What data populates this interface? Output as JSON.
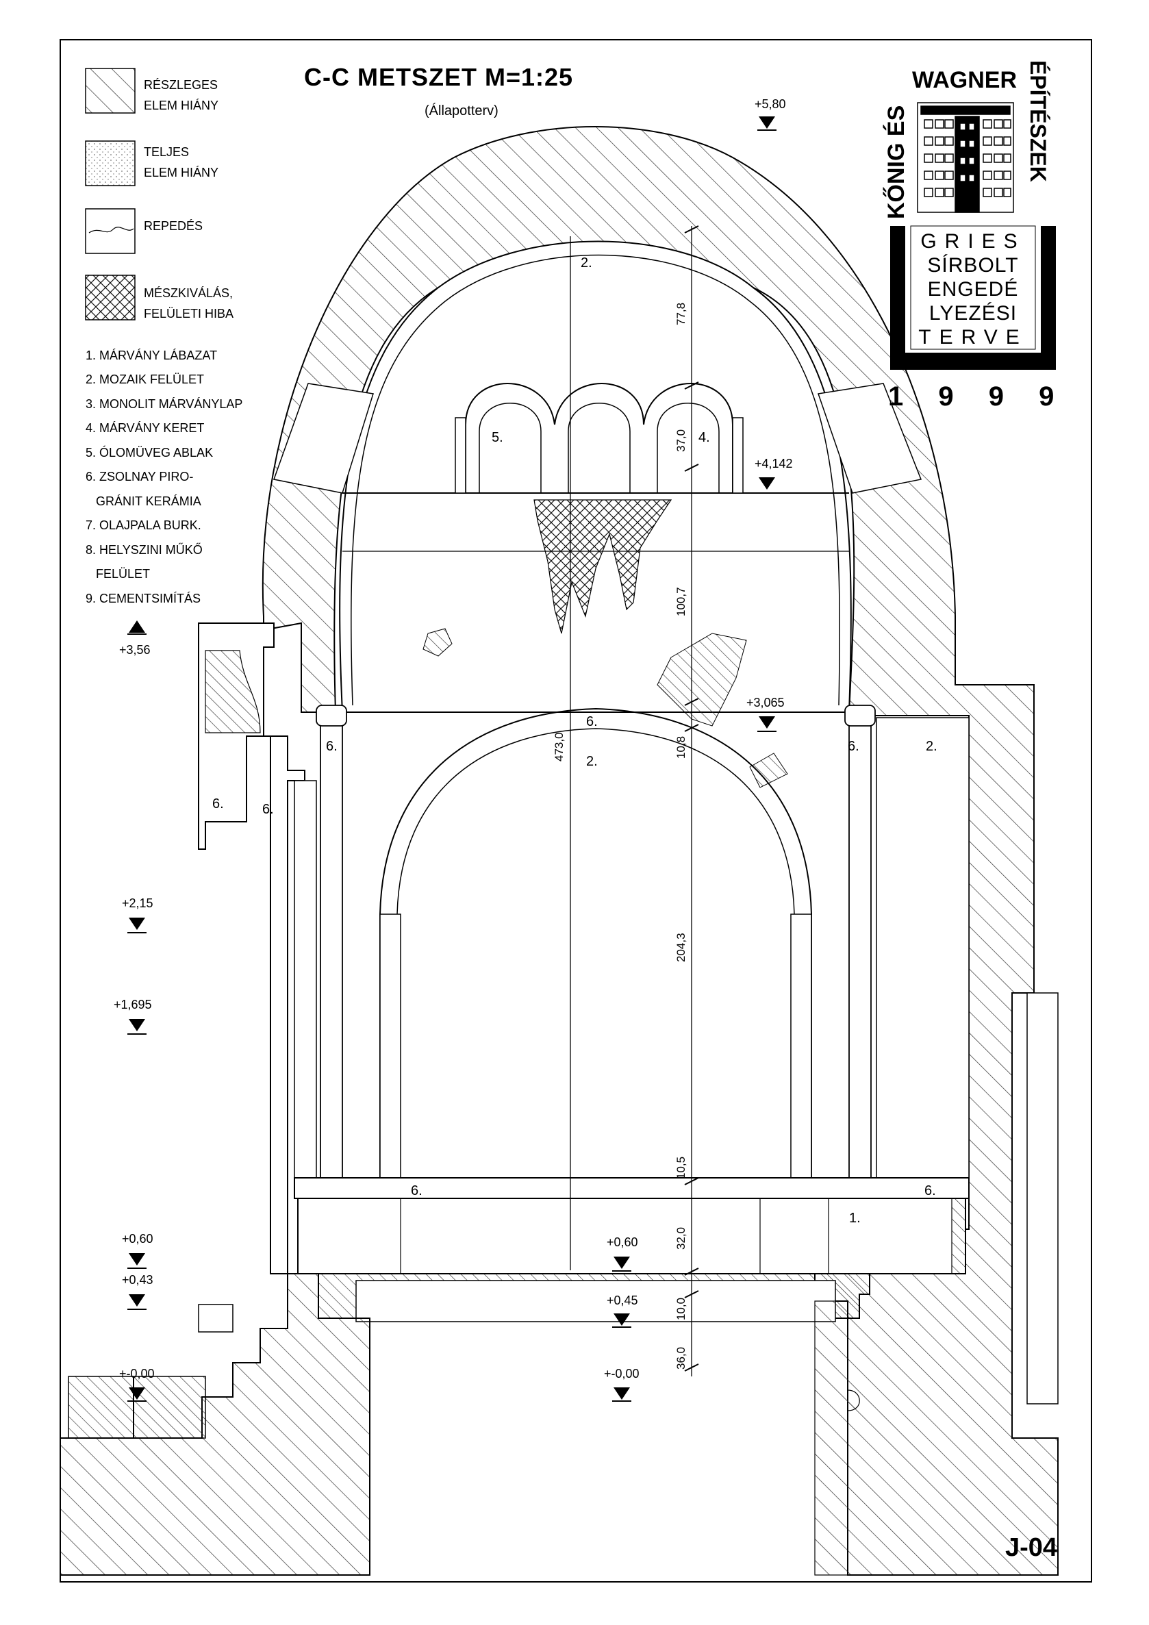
{
  "title": "C-C METSZET M=1:25",
  "subtitle": "(Állapotterv)",
  "legend": [
    {
      "pattern": "partial-hatch",
      "lines": [
        "RÉSZLEGES",
        "ELEM HIÁNY"
      ]
    },
    {
      "pattern": "dots",
      "lines": [
        "TELJES",
        "ELEM HIÁNY"
      ]
    },
    {
      "pattern": "crack",
      "lines": [
        "REPEDÉS"
      ]
    },
    {
      "pattern": "crosshatch",
      "lines": [
        "MÉSZKIVÁLÁS,",
        "FELÜLETI HIBA"
      ]
    }
  ],
  "materials": [
    "1. MÁRVÁNY LÁBAZAT",
    "2. MOZAIK FELÜLET",
    "3. MONOLIT MÁRVÁNYLAP",
    "4. MÁRVÁNY KERET",
    "5. ÓLOMÜVEG ABLAK",
    "6. ZSOLNAY PIRO-",
    "   GRÁNIT KERÁMIA",
    "7. OLAJPALA BURK.",
    "8. HELYSZINI MŰKŐ",
    "   FELÜLET",
    "9. CEMENTSIMÍTÁS"
  ],
  "logo": {
    "left_word": "KŐNIG ÉS",
    "top_word": "WAGNER",
    "right_word": "ÉPÍTÉSZEK",
    "project_lines": [
      "GRIES",
      "SÍRBOLT",
      "ENGEDÉ",
      "LYEZÉSI",
      "TERVE"
    ],
    "year": "1 9 9 9"
  },
  "sheet_number": "J-04",
  "levels": [
    {
      "id": "lvl-580",
      "text": "+5,80"
    },
    {
      "id": "lvl-4142",
      "text": "+4,142"
    },
    {
      "id": "lvl-356",
      "text": "+3,56"
    },
    {
      "id": "lvl-3065",
      "text": "+3,065"
    },
    {
      "id": "lvl-215",
      "text": "+2,15"
    },
    {
      "id": "lvl-1695",
      "text": "+1,695"
    },
    {
      "id": "lvl-060-left",
      "text": "+0,60"
    },
    {
      "id": "lvl-043",
      "text": "+0,43"
    },
    {
      "id": "lvl-060-center",
      "text": "+0,60"
    },
    {
      "id": "lvl-045",
      "text": "+0,45"
    },
    {
      "id": "lvl-000-left",
      "text": "+-0,00"
    },
    {
      "id": "lvl-000-center",
      "text": "+-0,00"
    }
  ],
  "dimensions": {
    "d778": "77,8",
    "d370": "37,0",
    "d1007": "100,7",
    "d108": "10,8",
    "d4730": "473,0",
    "d2043": "204,3",
    "d105": "10,5",
    "d320": "32,0",
    "d100": "10,0",
    "d360": "36,0"
  },
  "callouts": {
    "c2_top": "2.",
    "c5": "5.",
    "c4": "4.",
    "c6_arch": "6.",
    "c2_mid": "2.",
    "c6_left_col": "6.",
    "c6_right_col": "6.",
    "c2_right": "2.",
    "c6_outer1": "6.",
    "c6_outer2": "6.",
    "c6_floor_left": "6.",
    "c6_floor_right": "6.",
    "c1": "1."
  }
}
